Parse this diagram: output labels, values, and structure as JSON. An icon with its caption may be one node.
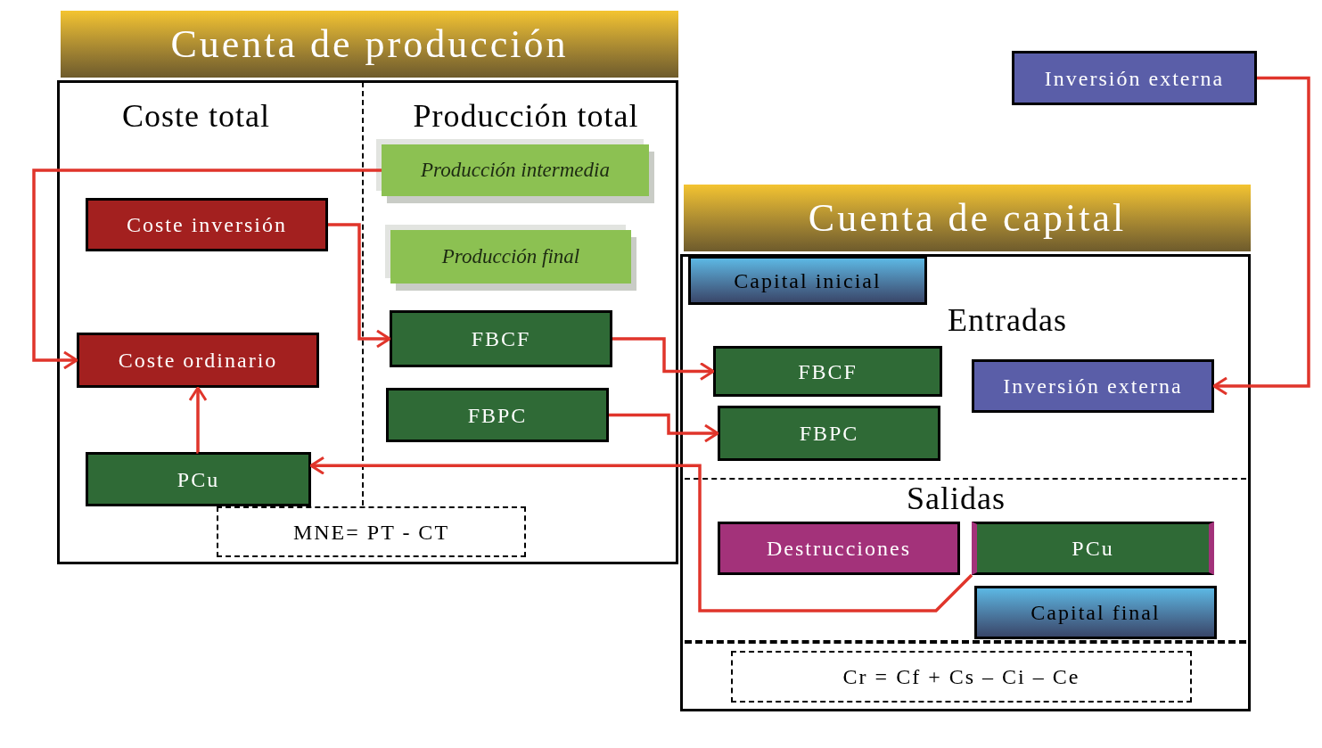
{
  "diagram": {
    "nodes": [
      {
        "text": [
          "Cuenta de producción"
        ]
      },
      {
        "text": [
          "Producción intermedia"
        ],
        "in": 0
      },
      {
        "text": [
          "Coste inversión"
        ],
        "in": 0
      },
      {
        "text": [
          "Producción final"
        ],
        "in": 0
      },
      {
        "text": [
          "Coste ordinario"
        ],
        "in": 0
      },
      {
        "text": [
          "FBCF"
        ],
        "in": 0
      },
      {
        "text": [
          "FBPC"
        ],
        "in": 0
      },
      {
        "text": [
          "PCu"
        ],
        "in": 0
      },
      {
        "text": [
          "MNE= PT - CT"
        ],
        "in": 0
      },
      {
        "text": [
          "Inversión externa"
        ]
      },
      {
        "text": [
          "Cuenta de capital"
        ]
      },
      {
        "text": [
          "Capital inicial"
        ],
        "in": 10
      },
      {
        "text": [
          "FBCF"
        ],
        "in": 10
      },
      {
        "text": [
          "Inversión externa"
        ],
        "in": 10
      },
      {
        "text": [
          "FBPC"
        ],
        "in": 10
      },
      {
        "text": [
          "Destrucciones"
        ],
        "in": 10
      },
      {
        "text": [
          "PCu"
        ],
        "in": 10
      },
      {
        "text": [
          "Capital final"
        ],
        "in": 10
      },
      {
        "text": [
          "Cr = Cf + Cs – Ci – Ce"
        ],
        "in": 10
      }
    ],
    "edges": [
      {
        "from": 1,
        "to": 4,
        "arrow": "to"
      },
      {
        "from": 2,
        "to": 5,
        "arrow": "to"
      },
      {
        "from": 5,
        "to": 12,
        "arrow": "to"
      },
      {
        "from": 6,
        "to": 14,
        "arrow": "to"
      },
      {
        "from": 7,
        "to": 4,
        "arrow": "to"
      },
      {
        "from": 16,
        "to": 7,
        "arrow": "to"
      },
      {
        "from": 9,
        "to": 13,
        "arrow": "to"
      }
    ],
    "labels": [
      "Coste total",
      "Producción total",
      "Entradas",
      "Salidas"
    ]
  }
}
